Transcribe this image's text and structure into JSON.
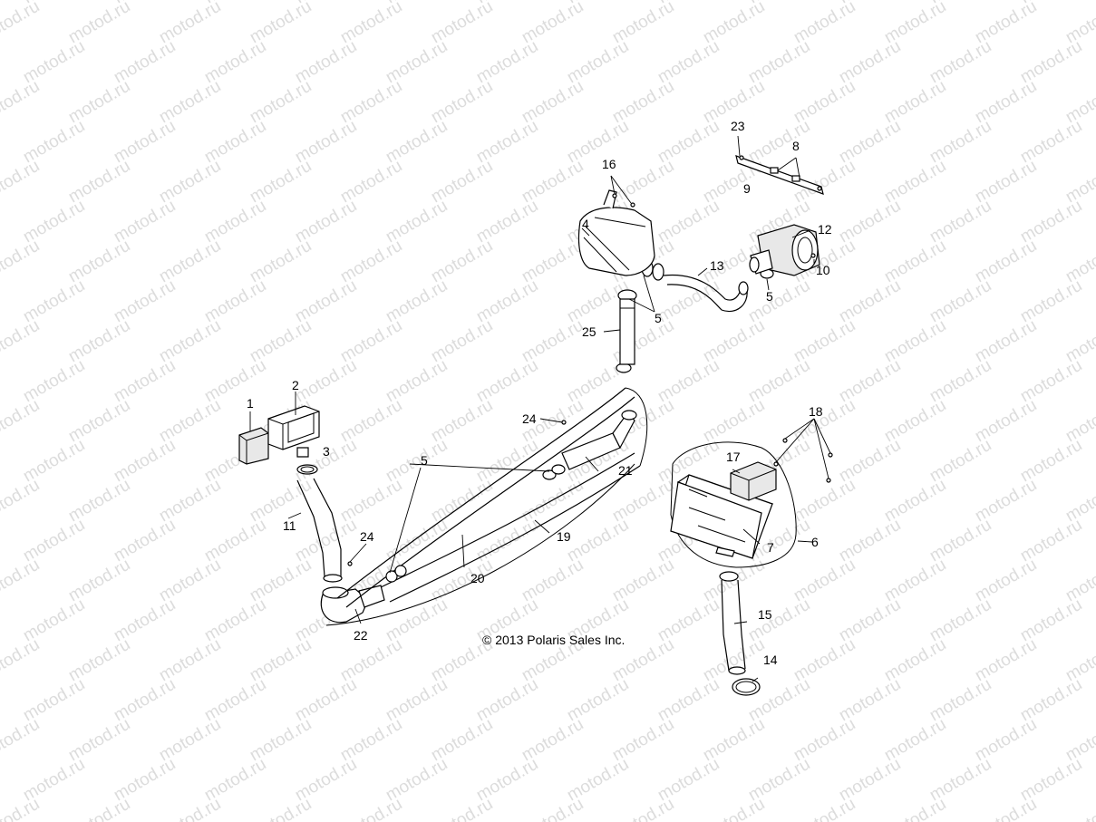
{
  "diagram": {
    "watermark": "motod.ru",
    "copyright": "© 2013 Polaris Sales Inc.",
    "callouts": {
      "c1": "1",
      "c2": "2",
      "c3": "3",
      "c4": "4",
      "c5a": "5",
      "c5b": "5",
      "c5c": "5",
      "c6": "6",
      "c7": "7",
      "c8": "8",
      "c9": "9",
      "c10": "10",
      "c11": "11",
      "c12": "12",
      "c13": "13",
      "c14": "14",
      "c15": "15",
      "c16": "16",
      "c17": "17",
      "c18": "18",
      "c19": "19",
      "c20": "20",
      "c21": "21",
      "c22": "22",
      "c23": "23",
      "c24a": "24",
      "c24b": "24",
      "c25": "25"
    }
  }
}
